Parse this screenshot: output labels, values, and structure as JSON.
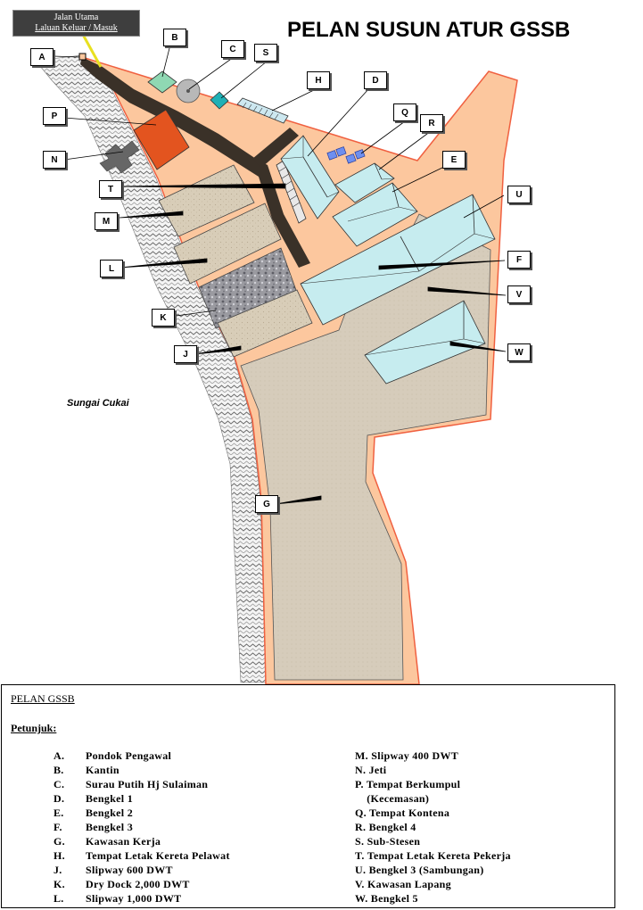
{
  "header": {
    "title": "PELAN SUSUN ATUR GSSB"
  },
  "gate": {
    "line1": "Jalan Utama",
    "line2": "Laluan Keluar / Masuk"
  },
  "map": {
    "river_label": "Sungai Cukai",
    "callouts": [
      "A",
      "B",
      "C",
      "S",
      "H",
      "D",
      "Q",
      "R",
      "P",
      "N",
      "T",
      "E",
      "U",
      "M",
      "L",
      "F",
      "V",
      "K",
      "J",
      "W",
      "G"
    ]
  },
  "legend": {
    "title": "PELAN GSSB",
    "subtitle": "Petunjuk:",
    "left": [
      {
        "code": "A.",
        "label": "Pondok Pengawal"
      },
      {
        "code": "B.",
        "label": "Kantin"
      },
      {
        "code": "C.",
        "label": "Surau Putih Hj Sulaiman"
      },
      {
        "code": "D.",
        "label": "Bengkel 1"
      },
      {
        "code": "E.",
        "label": "Bengkel 2"
      },
      {
        "code": "F.",
        "label": "Bengkel 3"
      },
      {
        "code": "G.",
        "label": "Kawasan Kerja"
      },
      {
        "code": "H.",
        "label": "Tempat Letak Kereta Pelawat"
      },
      {
        "code": "J.",
        "label": "Slipway 600 DWT"
      },
      {
        "code": "K.",
        "label": "Dry Dock 2,000 DWT"
      },
      {
        "code": "L.",
        "label": "Slipway 1,000 DWT"
      }
    ],
    "right": [
      "M. Slipway 400 DWT",
      "N. Jeti",
      "P. Tempat Berkumpul",
      "    (Kecemasan)",
      "Q. Tempat Kontena",
      "R. Bengkel 4",
      "S. Sub-Stesen",
      "T. Tempat Letak Kereta Pekerja",
      "U. Bengkel 3 (Sambungan)",
      "V. Kawasan Lapang",
      "W. Bengkel 5"
    ]
  },
  "colors": {
    "site": "#fcc79e",
    "border": "#f06040",
    "road": "#3a3128",
    "work_area": "#d5cab7",
    "building_roof": "#c6ecef",
    "assembly": "#e3541f"
  }
}
